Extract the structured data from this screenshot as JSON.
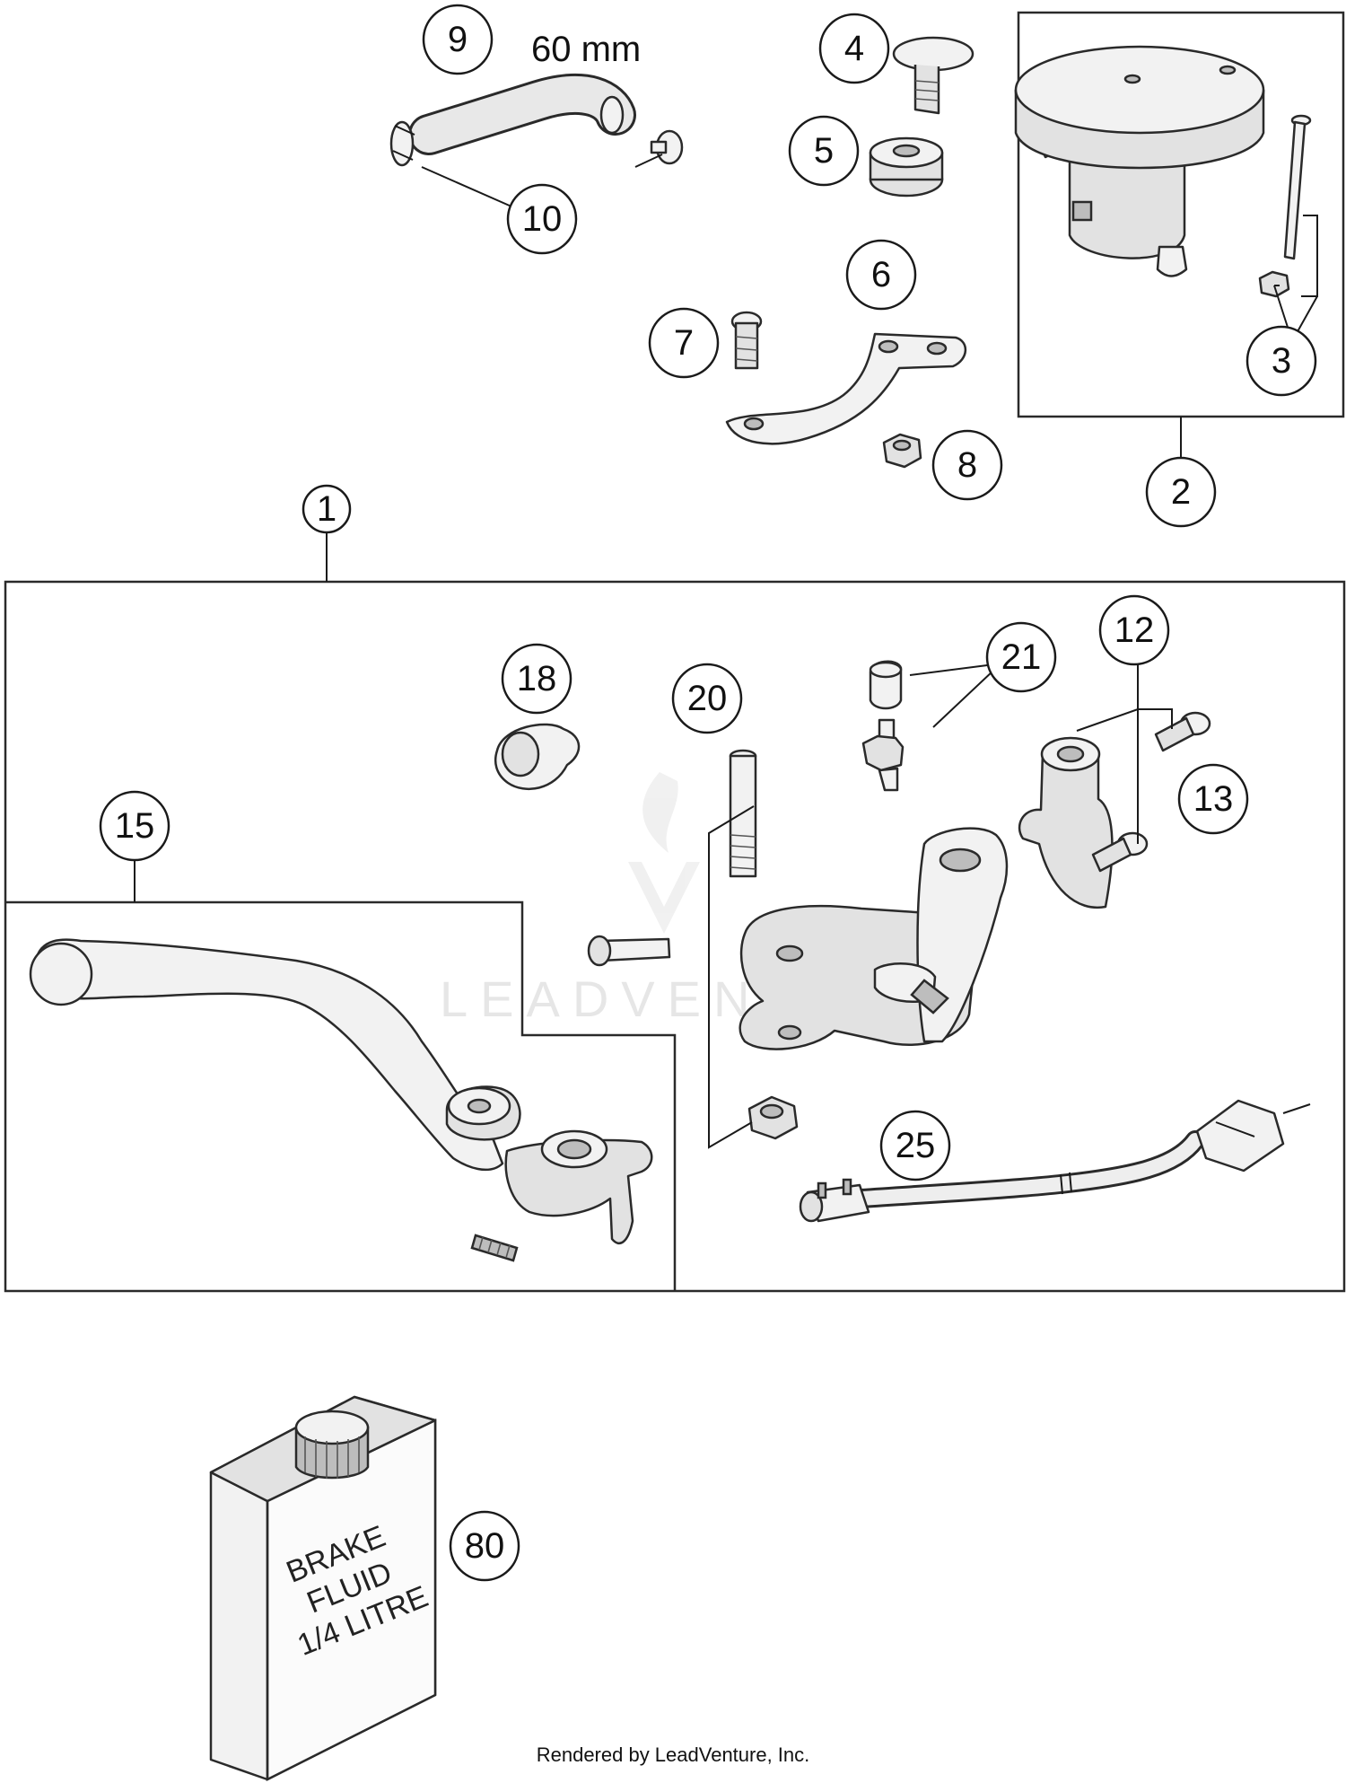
{
  "dimension_label": "60 mm",
  "callouts": {
    "c1": "1",
    "c2": "2",
    "c3": "3",
    "c4": "4",
    "c5": "5",
    "c6": "6",
    "c7": "7",
    "c8": "8",
    "c9": "9",
    "c10": "10",
    "c12": "12",
    "c13": "13",
    "c15": "15",
    "c18": "18",
    "c20": "20",
    "c21": "21",
    "c25": "25",
    "c80": "80"
  },
  "can_label": {
    "line1": "BRAKE",
    "line2": "FLUID",
    "line3": "1/4 LITRE"
  },
  "watermark": "LEADVENTURE",
  "footer": "Rendered by LeadVenture, Inc."
}
